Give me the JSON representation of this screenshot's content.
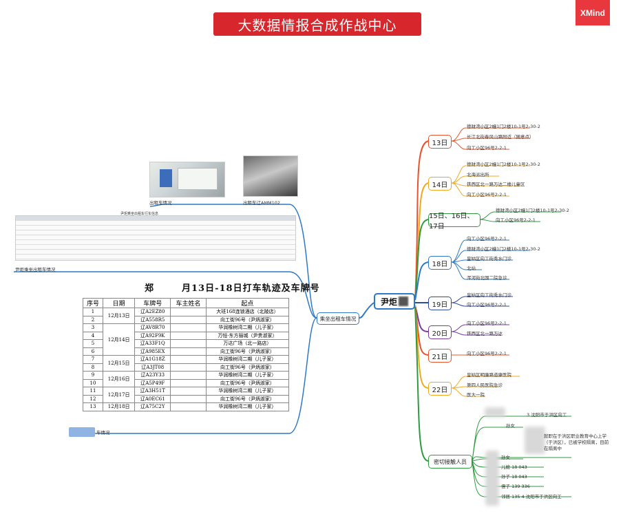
{
  "header": {
    "title": "大数据情报合成作战中心",
    "brand": "XMind"
  },
  "center": {
    "label": "尹炬"
  },
  "branches": {
    "taxi": {
      "label": "乘坐出租车情况"
    },
    "contacts": {
      "label": "密切接触人员"
    }
  },
  "days": [
    {
      "label": "13日",
      "color": "#e8532b",
      "items": [
        "德财湾小区2幢1门2楼10-1号2-30-2",
        "长江北街春风山路附近（随意点）",
        "向工小区96号2-2-1"
      ]
    },
    {
      "label": "14日",
      "color": "#f0a91e",
      "items": [
        "德财湾小区2幢1门2楼10-1号2-30-2",
        "北海派出所",
        "铁西区北一路万达二楼儿童区",
        "向工小区96号2-2-1"
      ]
    },
    {
      "label": "15日、16日、17日",
      "color": "#2e9a3f",
      "items": [
        "德财湾小区2幢1门2楼10-1号2-30-2",
        "向工小区96号2-2-1"
      ]
    },
    {
      "label": "18日",
      "color": "#2b79c7",
      "items": [
        "向工小区96号2-2-1",
        "德财湾小区2幢1门2楼10-1号2-30-2",
        "皇姑区向工街秀水门诊",
        "北站",
        "浑河街北国二院急诊"
      ]
    },
    {
      "label": "19日",
      "color": "#2e4a9c",
      "items": [
        "皇姑区向工街秀水门诊",
        "向工小区96号2-2-1"
      ]
    },
    {
      "label": "20日",
      "color": "#7a3a9e",
      "items": [
        "向工小区96号2-2-1",
        "铁西区北一路万达"
      ]
    },
    {
      "label": "21日",
      "color": "#e8532b",
      "items": [
        "向工小区96号2-2-1"
      ]
    },
    {
      "label": "22日",
      "color": "#f0a91e",
      "items": [
        "皇姑区明廉路道康医院",
        "第四人民医院急诊",
        "医大一院"
      ]
    }
  ],
  "contact_items": [
    "3 沈阳市于洪区向工",
    "孙女",
    "就职在于洪区职业教育中心上学（于洪区），已被学校隔离，目前在隔离中",
    "孙女",
    "儿媳 18 043",
    "孙子 18 043",
    "侄子 139 336",
    "邻居 135 4 沈阳市于洪区向工"
  ],
  "photos": {
    "left_caption": "出租车情况",
    "right_caption": "出租车辽AMM102"
  },
  "screens": {
    "top_caption": "尹炬乘坐出租车情况",
    "sheet_title": "尹炬乘坐出租车行车信息",
    "bottom_caption": "车情况"
  },
  "record": {
    "title_prefix": "郑",
    "title_suffix": "月13日-18日打车轨迹及车牌号",
    "headers": [
      "序号",
      "日期",
      "车牌号",
      "车主姓名",
      "起点"
    ],
    "rows": [
      {
        "no": "1",
        "date": "12月13日",
        "plate": "辽A2EZ80",
        "owner": "",
        "start": "大班168连锁酒店（北陵店）"
      },
      {
        "no": "2",
        "date": "",
        "plate": "辽A558R5",
        "owner": "",
        "start": "向工街96号（尹炳淑家）"
      },
      {
        "no": "3",
        "date": "12月14日",
        "plate": "辽AV8R70",
        "owner": "",
        "start": "华润橡树湾二期（儿子家）"
      },
      {
        "no": "4",
        "date": "",
        "plate": "辽A92F9K",
        "owner": "",
        "start": "万恒·东方骊城（尹贵淑家）"
      },
      {
        "no": "5",
        "date": "",
        "plate": "辽A33F1Q",
        "owner": "",
        "start": "万达广场（北一路店）"
      },
      {
        "no": "6",
        "date": "",
        "plate": "辽A985EX",
        "owner": "",
        "start": "向工街96号（尹炳淑家）"
      },
      {
        "no": "7",
        "date": "12月15日",
        "plate": "辽A1G18Z",
        "owner": "",
        "start": "华润橡树湾二期（儿子家）"
      },
      {
        "no": "8",
        "date": "",
        "plate": "辽A3JT08",
        "owner": "",
        "start": "向工街96号（尹炳淑家）"
      },
      {
        "no": "9",
        "date": "12月16日",
        "plate": "辽A23Y33",
        "owner": "",
        "start": "华润橡树湾二期（儿子家）"
      },
      {
        "no": "10",
        "date": "",
        "plate": "辽A5P49F",
        "owner": "",
        "start": "向工街96号（尹炳淑家）"
      },
      {
        "no": "11",
        "date": "12月17日",
        "plate": "辽A3H51T",
        "owner": "",
        "start": "华润橡树湾二期（儿子家）"
      },
      {
        "no": "12",
        "date": "",
        "plate": "辽A0EC61",
        "owner": "",
        "start": "向工街96号（尹炳淑家）"
      },
      {
        "no": "13",
        "date": "12月18日",
        "plate": "辽A75C2Y",
        "owner": "",
        "start": "华润橡树湾二期（儿子家）"
      }
    ]
  }
}
